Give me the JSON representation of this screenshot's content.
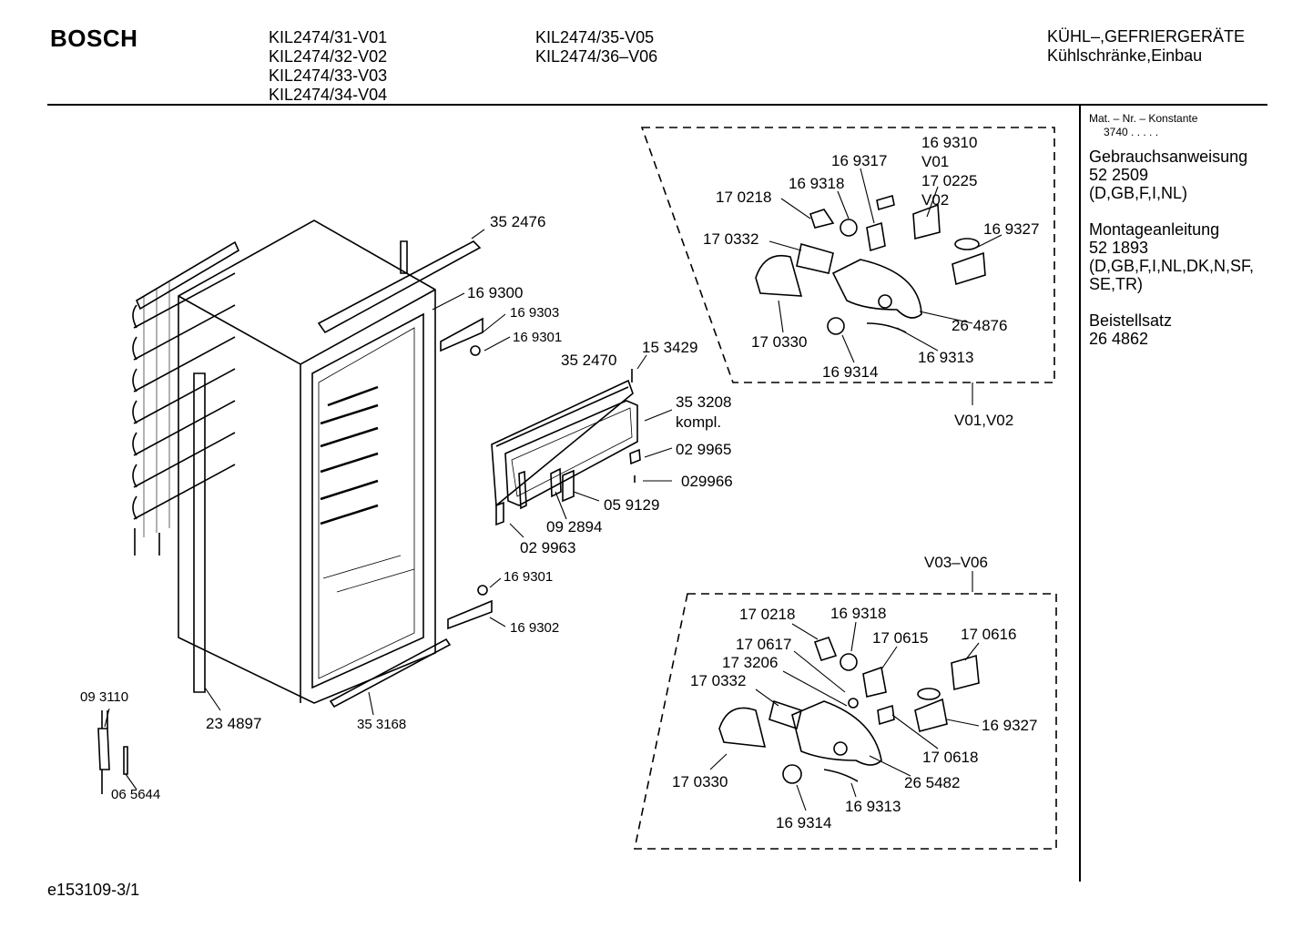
{
  "header": {
    "brand": "BOSCH",
    "models_col1": [
      "KIL2474/31-V01",
      "KIL2474/32-V02",
      "KIL2474/33-V03",
      "KIL2474/34-V04"
    ],
    "models_col2": [
      "KIL2474/35-V05",
      "KIL2474/36–V06"
    ],
    "category": "KÜHL–,GEFRIERGERÄTE",
    "subcategory": "Kühlschränke,Einbau"
  },
  "sidebar": {
    "mat_label": "Mat. – Nr. – Konstante",
    "mat_value": "3740  .   .   .   .   .",
    "manual_title": "Gebrauchsanweisung",
    "manual_number": "52 2509",
    "manual_langs": "(D,GB,F,I,NL)",
    "install_title": "Montageanleitung",
    "install_number": "52 1893",
    "install_langs_1": "(D,GB,F,I,NL,DK,N,SF,",
    "install_langs_2": "SE,TR)",
    "kit_title": "Beistellsatz",
    "kit_number": "26 4862"
  },
  "footer": {
    "drawing_id": "e153109-3/1"
  },
  "parts_main": {
    "p352476": "35 2476",
    "p169300": "16 9300",
    "p169303": "16 9303",
    "p169301a": "16 9301",
    "p153429": "15 3429",
    "p352470": "35 2470",
    "p353208": "35 3208",
    "kompl": "kompl.",
    "p029965": "02 9965",
    "p029966": "029966",
    "p059129": "05 9129",
    "p092894": "09 2894",
    "p029963": "02 9963",
    "p169301b": "16 9301",
    "p169302": "16 9302",
    "p093110": "09 3110",
    "p234897": "23 4897",
    "p353168": "35 3168",
    "p065644": "06 5644"
  },
  "parts_v01": {
    "variant": "V01,V02",
    "p169310": "16 9310",
    "v01": "V01",
    "p170225": "17 0225",
    "v02": "V02",
    "p169317": "16 9317",
    "p169318": "16 9318",
    "p170218": "17 0218",
    "p169327": "16 9327",
    "p170332": "17 0332",
    "p264876": "26 4876",
    "p170330": "17 0330",
    "p169313": "16 9313",
    "p169314": "16 9314"
  },
  "parts_v03": {
    "variant": "V03–V06",
    "p170218": "17 0218",
    "p169318": "16 9318",
    "p170617": "17 0617",
    "p170615": "17 0615",
    "p170616": "17 0616",
    "p173206": "17 3206",
    "p170332": "17 0332",
    "p169327": "16 9327",
    "p170618": "17 0618",
    "p170330": "17 0330",
    "p265482": "26 5482",
    "p169313": "16 9313",
    "p169314": "16 9314"
  }
}
